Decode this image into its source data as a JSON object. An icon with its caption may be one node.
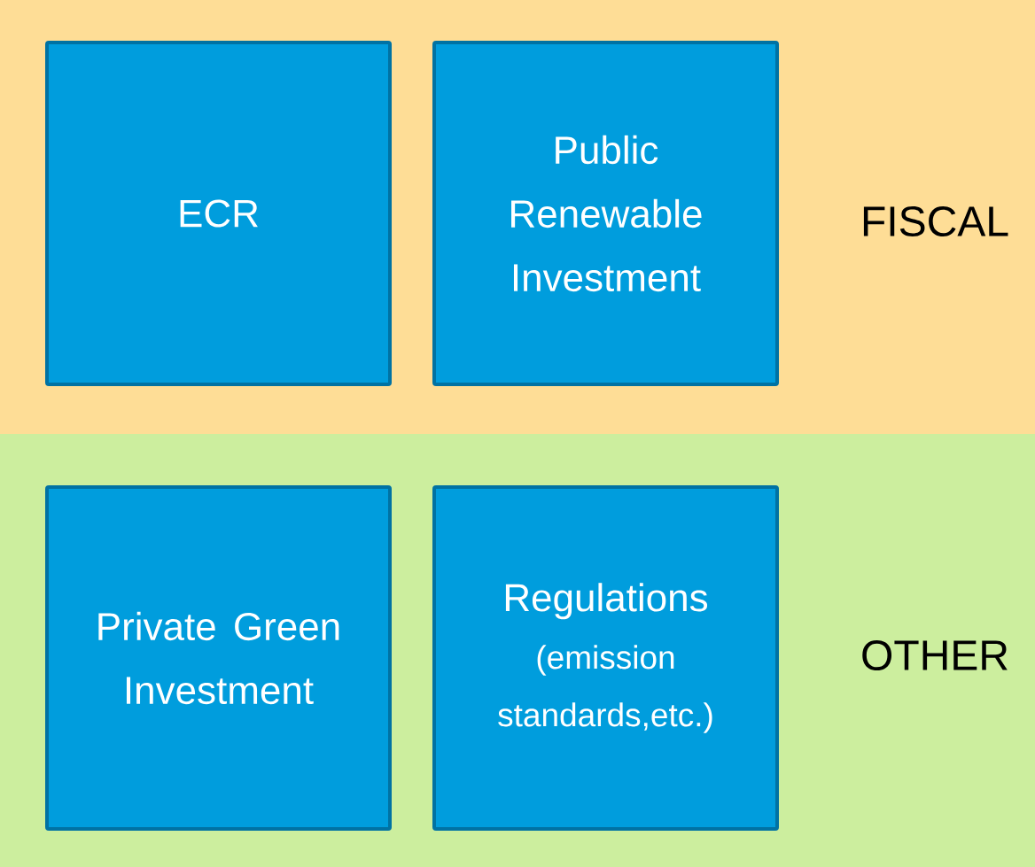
{
  "diagram": {
    "nodes": [
      {
        "text": [
          "FISCAL"
        ]
      },
      {
        "text": [
          "ECR"
        ],
        "in": 0
      },
      {
        "text": [
          "Public Renewable Investment"
        ],
        "in": 0
      },
      {
        "text": [
          "OTHER"
        ]
      },
      {
        "text": [
          "Private Green Investment"
        ],
        "in": 3
      },
      {
        "text": [
          "Regulations",
          "(emission standards,etc.)"
        ],
        "in": 3
      }
    ]
  }
}
